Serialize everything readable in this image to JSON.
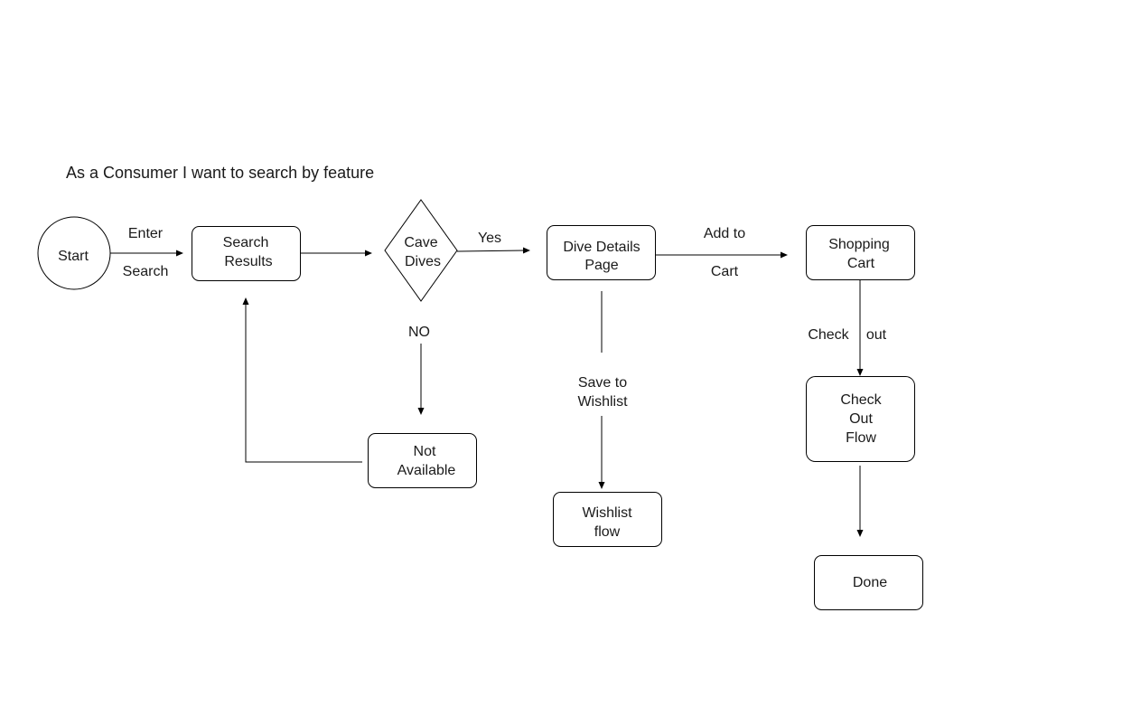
{
  "diagram": {
    "title": "As a Consumer I want to search by feature",
    "nodes": {
      "start": {
        "shape": "circle",
        "lines": [
          "Start"
        ]
      },
      "search_results": {
        "shape": "rounded-rect",
        "lines": [
          "Search",
          "Results"
        ]
      },
      "cave_dives": {
        "shape": "diamond",
        "lines": [
          "Cave",
          "Dives"
        ]
      },
      "dive_details": {
        "shape": "rounded-rect",
        "lines": [
          "Dive Details",
          "Page"
        ]
      },
      "shopping_cart": {
        "shape": "rounded-rect",
        "lines": [
          "Shopping",
          "Cart"
        ]
      },
      "not_available": {
        "shape": "rounded-rect",
        "lines": [
          "Not",
          "Available"
        ]
      },
      "wishlist_flow": {
        "shape": "rounded-rect",
        "lines": [
          "Wishlist",
          "flow"
        ]
      },
      "check_out_flow": {
        "shape": "rounded-rect",
        "lines": [
          "Check",
          "Out",
          "Flow"
        ]
      },
      "done": {
        "shape": "rounded-rect",
        "lines": [
          "Done"
        ]
      }
    },
    "edge_labels": {
      "enter": "Enter",
      "search": "Search",
      "yes": "Yes",
      "no": "NO",
      "add_to": "Add to",
      "cart": "Cart",
      "save_to": "Save to",
      "wishlist": "Wishlist",
      "check": "Check",
      "out": "out"
    },
    "edges": [
      {
        "from": "start",
        "to": "search_results",
        "labels": [
          "enter",
          "search"
        ]
      },
      {
        "from": "search_results",
        "to": "cave_dives"
      },
      {
        "from": "cave_dives",
        "to": "dive_details",
        "labels": [
          "yes"
        ]
      },
      {
        "from": "cave_dives",
        "to": "not_available",
        "labels": [
          "no"
        ]
      },
      {
        "from": "not_available",
        "to": "search_results"
      },
      {
        "from": "dive_details",
        "to": "shopping_cart",
        "labels": [
          "add_to",
          "cart"
        ]
      },
      {
        "from": "dive_details",
        "to": "wishlist_flow",
        "labels": [
          "save_to",
          "wishlist"
        ]
      },
      {
        "from": "shopping_cart",
        "to": "check_out_flow",
        "labels": [
          "check",
          "out"
        ]
      },
      {
        "from": "check_out_flow",
        "to": "done"
      }
    ],
    "colors": {
      "stroke": "#000000",
      "fill": "#ffffff",
      "text": "#1a1a1a"
    }
  }
}
